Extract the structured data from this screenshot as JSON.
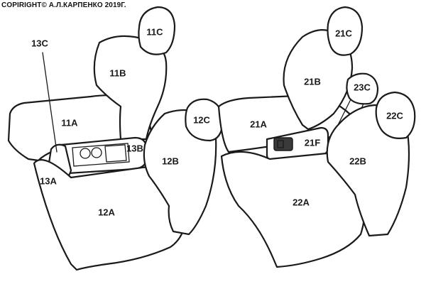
{
  "copyright": "COPIRIGHT©  А.Л.КАРПЕНКО 2019Г.",
  "labels": {
    "l11C": "11C",
    "l11B": "11B",
    "l11A": "11A",
    "l13C": "13C",
    "l13B": "13B",
    "l13A": "13A",
    "l12C": "12C",
    "l12B": "12B",
    "l12A": "12A",
    "l21C": "21C",
    "l21B": "21B",
    "l21A": "21A",
    "l21F": "21F",
    "l23C": "23C",
    "l22C": "22C",
    "l22B": "22B",
    "l22A": "22A"
  }
}
